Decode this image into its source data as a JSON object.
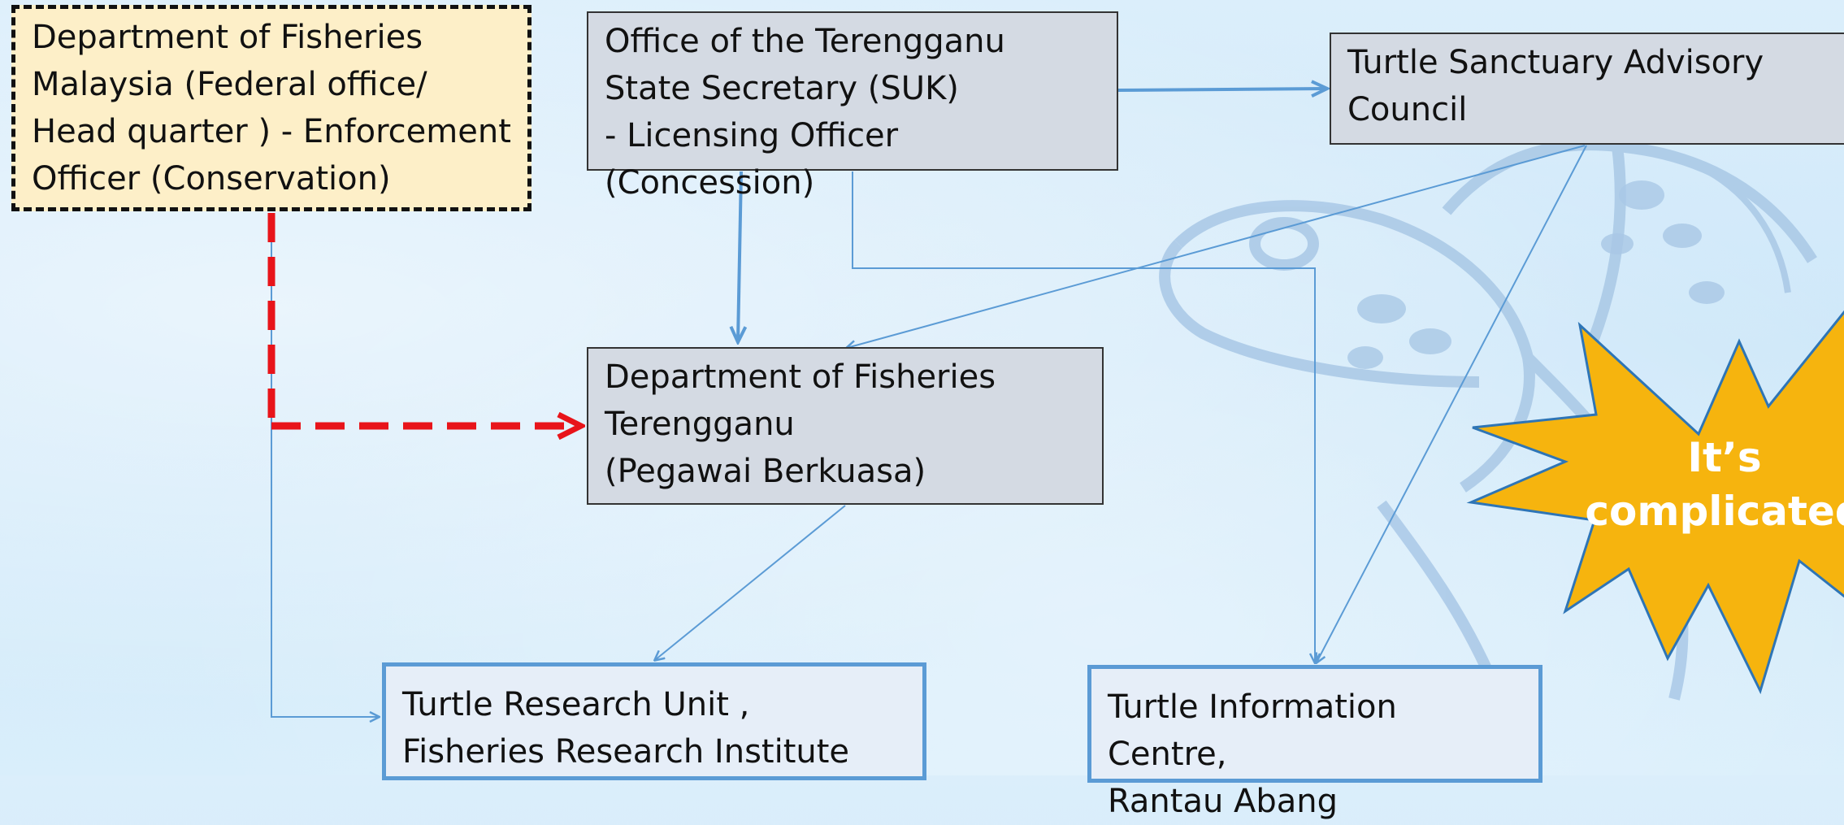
{
  "boxes": {
    "federal": "Department of Fisheries Malaysia (Federal office/ Head quarter )  - Enforcement Officer (Conservation)",
    "suk": "Office of  the Terengganu State Secretary (SUK)\n- Licensing Officer (Concession)",
    "council": "Turtle Sanctuary Advisory Council",
    "dof_terengganu": "Department of Fisheries Terengganu\n(Pegawai Berkuasa)",
    "research_unit": "Turtle Research  Unit ,\nFisheries Research Institute",
    "info_centre": "Turtle Information Centre,\nRantau Abang"
  },
  "callout": {
    "line1": "It’s",
    "line2": "complicated"
  },
  "colors": {
    "connector": "#5b9bd5",
    "dashed_link": "#e8141a",
    "burst_fill": "#f6b40e",
    "burst_stroke": "#2e75b6",
    "turtle_watermark": "#a9c8e6"
  },
  "icons": {
    "watermark": "sea-turtle-icon",
    "callout_shape": "starburst-icon"
  }
}
